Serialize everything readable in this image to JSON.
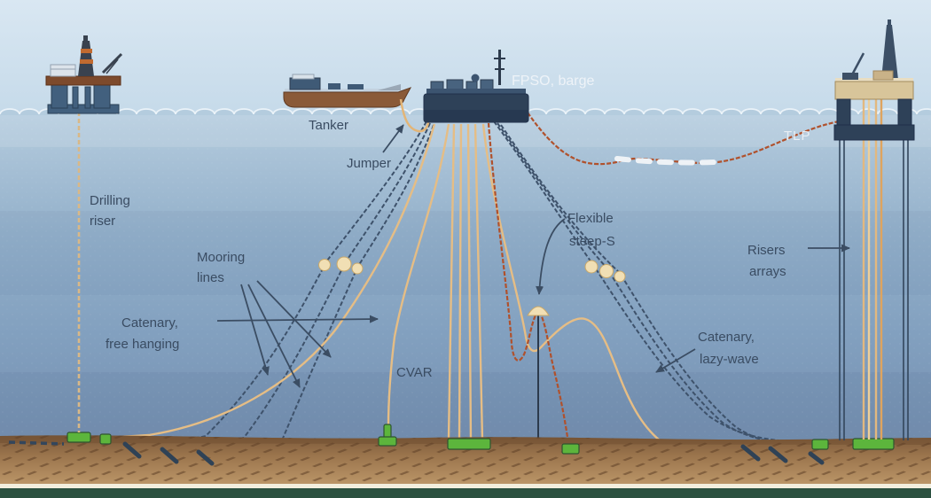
{
  "diagram": {
    "labels": {
      "drilling_riser": {
        "line1": "Drilling",
        "line2": "riser"
      },
      "tanker": "Tanker",
      "jumper": "Jumper",
      "fpso": "FPSO, barge",
      "tlp": "TLP",
      "mooring_lines": {
        "line1": "Mooring",
        "line2": "lines"
      },
      "catenary_free_hanging": {
        "line1": "Catenary,",
        "line2": "free hanging"
      },
      "cvar": "CVAR",
      "flexible_steep_s": {
        "line1": "Flexible",
        "line2": "steep-S"
      },
      "catenary_lazy_wave": {
        "line1": "Catenary,",
        "line2": "lazy-wave"
      },
      "risers_arrays": {
        "line1": "Risers",
        "line2": "arrays"
      }
    },
    "colors": {
      "sky": "#d7e6f1",
      "water_top": "#b5cddf",
      "water_deep": "#7190b0",
      "seabed_dark": "#7b593a",
      "seabed_light": "#b9946a",
      "mooring_line": "#3e526b",
      "riser_tan": "#e5bd85",
      "flexible_red": "#b0512c",
      "float_cream": "#f1dfb4",
      "wellhead_green": "#5cb53c",
      "hull_navy": "#2e4158",
      "label_dark": "#3a4c62",
      "label_light": "#eef3f8",
      "footer_bar_green": "#2b5140"
    }
  }
}
